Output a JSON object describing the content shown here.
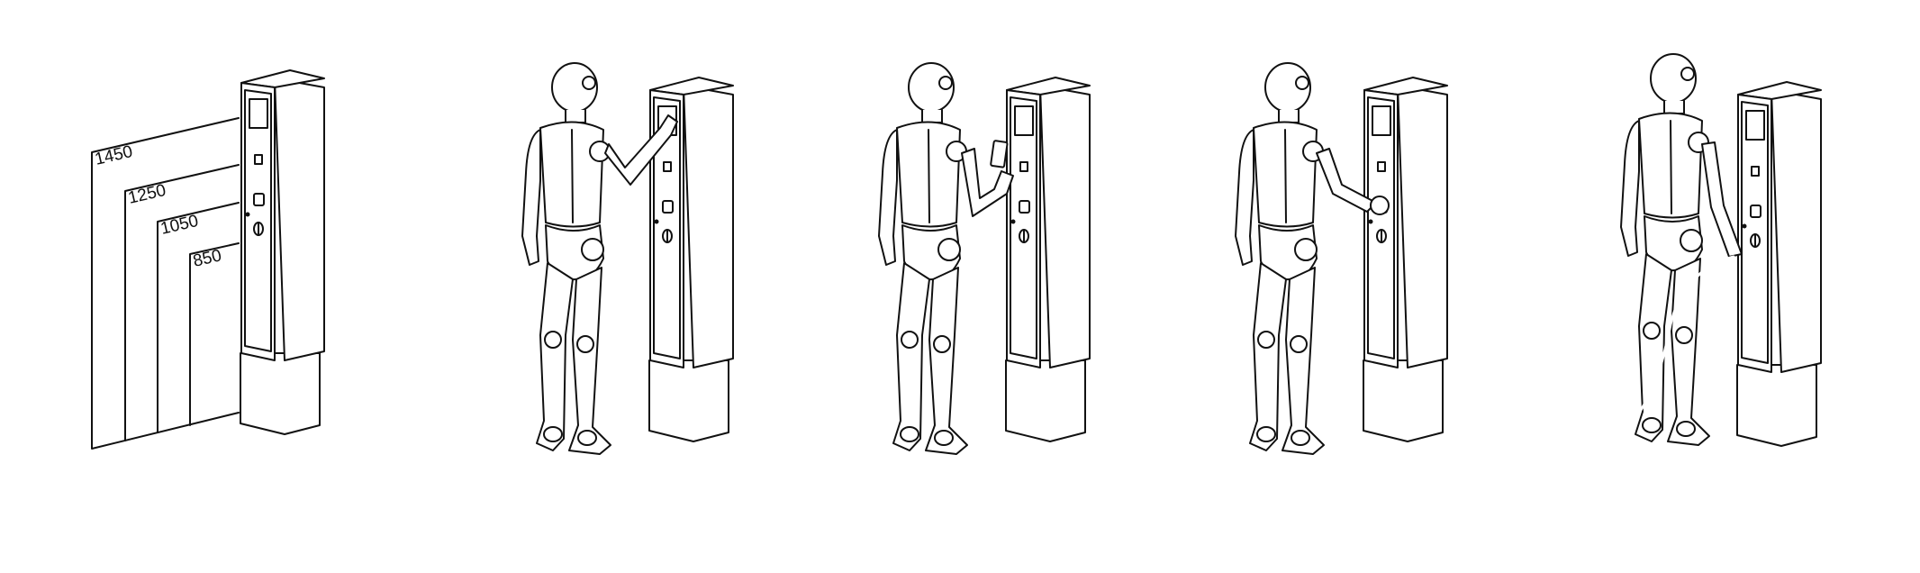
{
  "title": "Charging station mounting heights and user interaction scenarios",
  "height_labels": [
    "1450",
    "1250",
    "1050",
    "850"
  ],
  "scenes": [
    {
      "id": "height-options"
    },
    {
      "id": "touch-screen"
    },
    {
      "id": "card-reader"
    },
    {
      "id": "button-press"
    },
    {
      "id": "cable-connection"
    }
  ]
}
